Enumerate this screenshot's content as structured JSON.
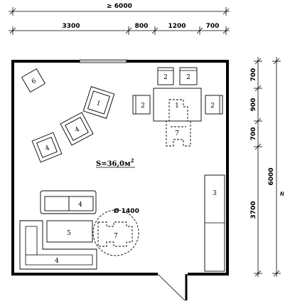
{
  "top_dimensions": {
    "total": "≥ 6000",
    "segments": [
      "3300",
      "800",
      "1200",
      "700"
    ]
  },
  "right_dimensions": {
    "segments": [
      "700",
      "900",
      "700",
      "3700"
    ],
    "total": "6000",
    "total_symbol": "≥"
  },
  "area_label": "S=36,0м",
  "area_superscript": "2",
  "circle_label": "Ø 1400",
  "furniture_labels": {
    "table": "1",
    "chair": "2",
    "cabinet": "3",
    "armchair": "4",
    "coffee_table": "5",
    "side_table": "6",
    "wheelchair": "7"
  }
}
